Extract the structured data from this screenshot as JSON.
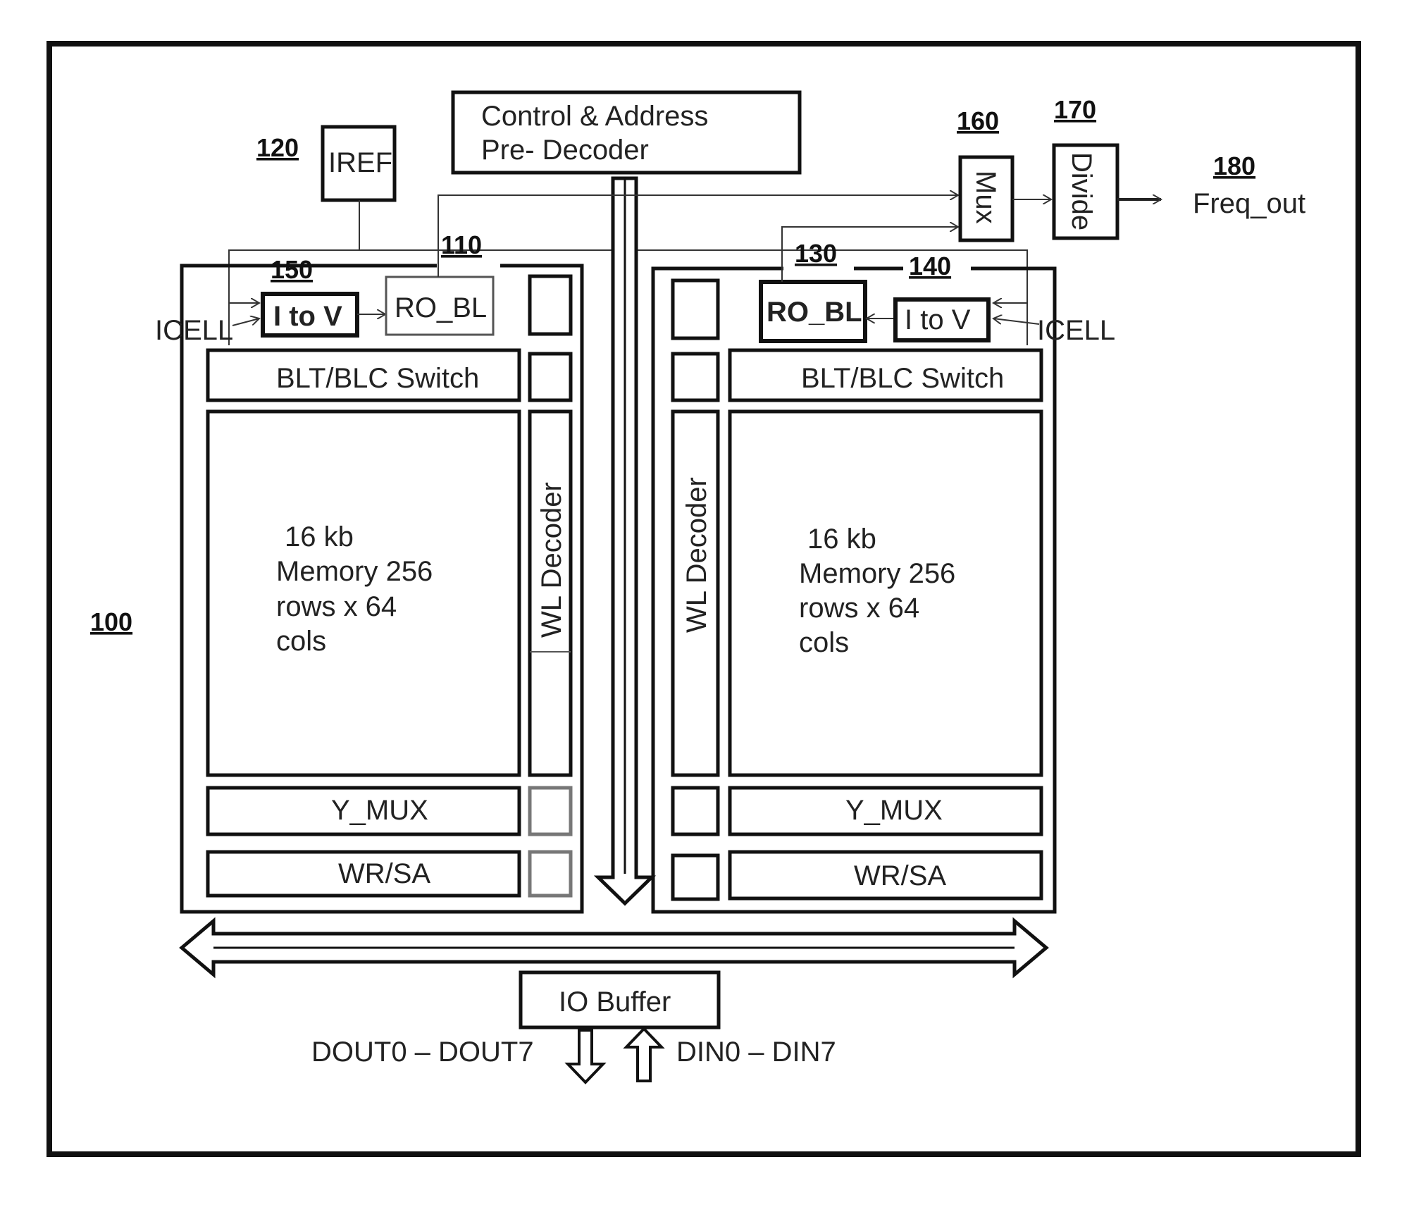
{
  "refs": {
    "r100": "100",
    "r110": "110",
    "r120": "120",
    "r130": "130",
    "r140": "140",
    "r150": "150",
    "r160": "160",
    "r170": "170",
    "r180": "180"
  },
  "control": {
    "line1": "Control & Address",
    "line2": "Pre- Decoder"
  },
  "iref": "IREF",
  "mux": "Mux",
  "divide": "Divide",
  "freq_out": "Freq_out",
  "icell_left": "ICELL",
  "icell_right": "ICELL",
  "left_bank": {
    "i_to_v": "I to V",
    "ro_bl": "RO_BL",
    "switch": "BLT/BLC Switch",
    "wl_decoder": "WL Decoder",
    "memory": [
      "16 kb",
      "Memory 256",
      "rows x 64",
      "cols"
    ],
    "y_mux": "Y_MUX",
    "wr_sa": "WR/SA"
  },
  "right_bank": {
    "i_to_v": "I to V",
    "ro_bl": "RO_BL",
    "switch": "BLT/BLC Switch",
    "wl_decoder": "WL Decoder",
    "memory": [
      "16 kb",
      "Memory 256",
      "rows x 64",
      "cols"
    ],
    "y_mux": "Y_MUX",
    "wr_sa": "WR/SA"
  },
  "io_buffer": "IO  Buffer",
  "dout": "DOUT0 – DOUT7",
  "din": "DIN0 – DIN7"
}
